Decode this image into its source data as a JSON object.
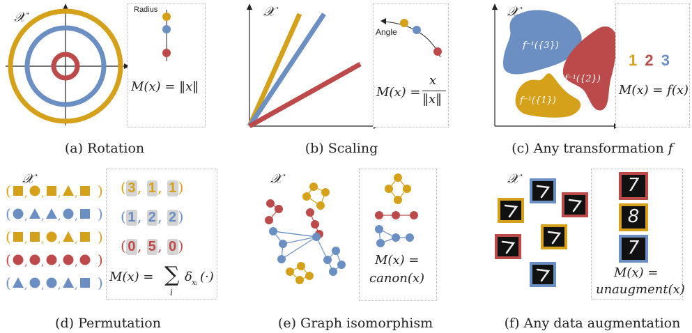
{
  "colors": {
    "yellow": "#d6a11a",
    "blue": "#6b8fc2",
    "red": "#bd4a4a"
  },
  "set_symbol": "𝒳",
  "captions": {
    "a": "(a) Rotation",
    "b": "(b) Scaling",
    "c_prefix": "(c) Any transformation ",
    "c_var": "f",
    "d": "(d) Permutation",
    "e": "(e) Graph isomorphism",
    "f": "(f) Any data augmentation"
  },
  "panel_a": {
    "inset_label": "Radius",
    "formula": "M(x) = ‖x‖"
  },
  "panel_b": {
    "inset_label": "Angle",
    "formula_left": "M(x) =",
    "numerator": "x",
    "denominator": "‖x‖"
  },
  "panel_c": {
    "region_labels": [
      "f⁻¹({3})",
      "f⁻¹({2})",
      "f⁻¹({1})"
    ],
    "numbers": [
      "1",
      "2",
      "3"
    ],
    "formula": "M(x) = f(x)"
  },
  "panel_d": {
    "counts": [
      {
        "color": "yellow",
        "values": [
          "3",
          "1",
          "1"
        ]
      },
      {
        "color": "blue",
        "values": [
          "1",
          "2",
          "2"
        ]
      },
      {
        "color": "red",
        "values": [
          "0",
          "5",
          "0"
        ]
      }
    ],
    "formula_left": "M(x) = ",
    "sum_sub": "i",
    "formula_right": "δ",
    "delta_sub": "xᵢ",
    "delta_arg": "(·)"
  },
  "panel_e": {
    "formula_line1": "M(x) =",
    "formula_line2": "canon(x)"
  },
  "panel_f": {
    "formula_line1": "M(x) =",
    "formula_line2": "unaugment(x)",
    "digits": [
      "7",
      "8",
      "7"
    ]
  }
}
